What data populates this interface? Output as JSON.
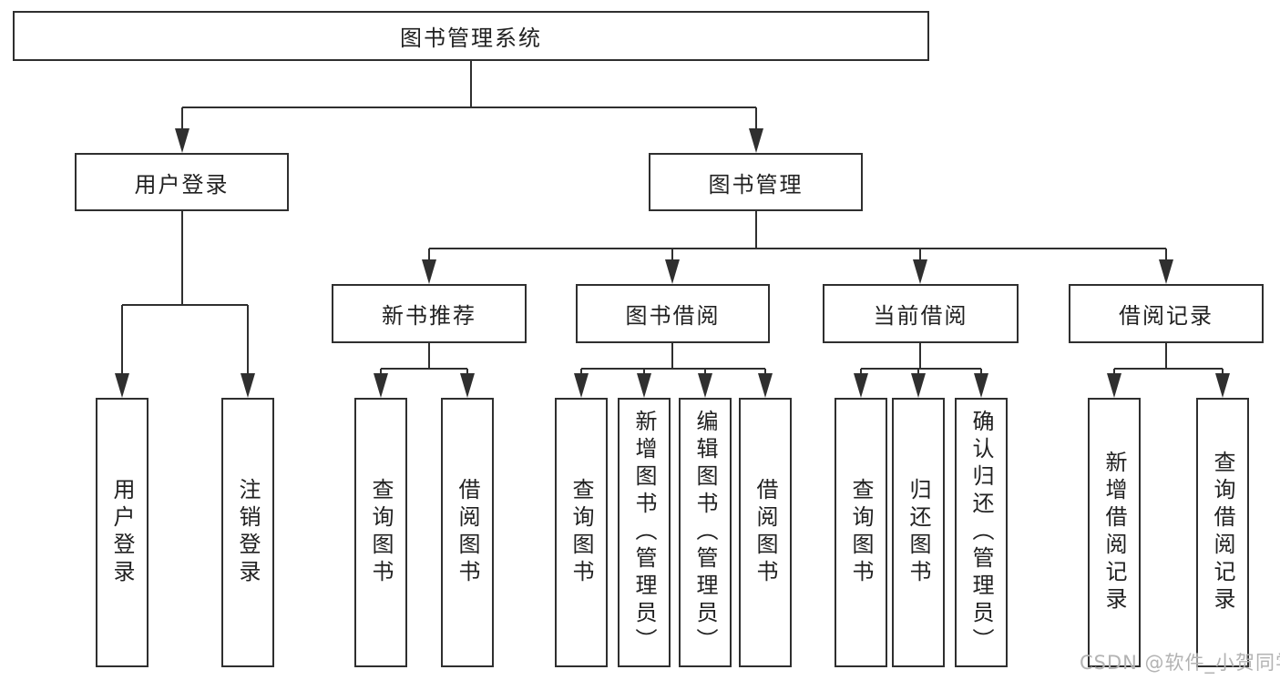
{
  "diagram_title": "图书管理系统",
  "tree": {
    "root": {
      "label": "图书管理系统",
      "children": [
        {
          "label": "用户登录",
          "children": [
            {
              "label": "用户登录"
            },
            {
              "label": "注销登录"
            }
          ]
        },
        {
          "label": "图书管理",
          "children": [
            {
              "label": "新书推荐",
              "children": [
                {
                  "label": "查询图书"
                },
                {
                  "label": "借阅图书"
                }
              ]
            },
            {
              "label": "图书借阅",
              "children": [
                {
                  "label": "查询图书"
                },
                {
                  "label": "新增图书（管理员）"
                },
                {
                  "label": "编辑图书（管理员）"
                },
                {
                  "label": "借阅图书"
                }
              ]
            },
            {
              "label": "当前借阅",
              "children": [
                {
                  "label": "查询图书"
                },
                {
                  "label": "归还图书"
                },
                {
                  "label": "确认归还（管理员）"
                }
              ]
            },
            {
              "label": "借阅记录",
              "children": [
                {
                  "label": "新增借阅记录"
                },
                {
                  "label": "查询借阅记录"
                }
              ]
            }
          ]
        }
      ]
    }
  },
  "watermark": "CSDN @软件_小贺同学",
  "colors": {
    "line": "#2f2f2f",
    "box_border": "#2f2f2f",
    "text": "#212121",
    "watermark": "#b3b3b3",
    "background": "#ffffff"
  }
}
